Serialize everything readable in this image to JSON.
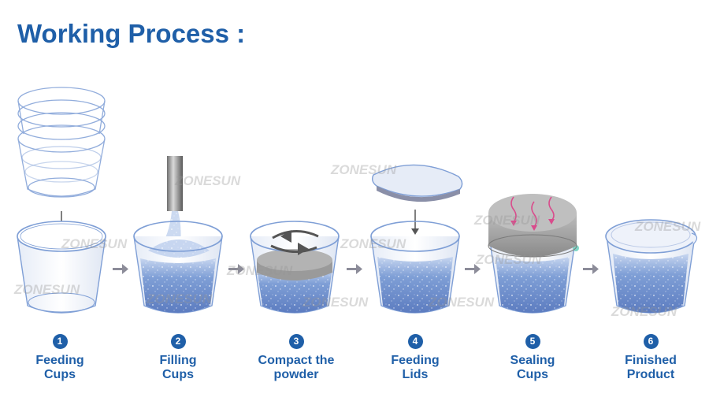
{
  "title": "Working Process :",
  "watermark": "ZONESUN",
  "steps": [
    {
      "number": "1",
      "label": "Feeding\nCups"
    },
    {
      "number": "2",
      "label": "Filling\nCups"
    },
    {
      "number": "3",
      "label": "Compact the\npowder"
    },
    {
      "number": "4",
      "label": "Feeding\nLids"
    },
    {
      "number": "5",
      "label": "Sealing\nCups"
    },
    {
      "number": "6",
      "label": "Finished\nProduct"
    }
  ],
  "colors": {
    "accent": "#1f5fa8",
    "powder": "#7f9fd6",
    "arrow": "#8c8c99",
    "sealer": "#9a9a9a",
    "heat": "#d94c8c"
  }
}
